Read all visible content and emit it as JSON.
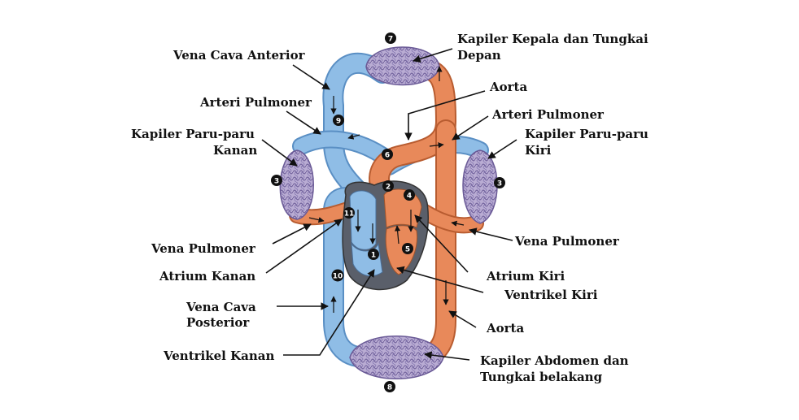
{
  "colors": {
    "vein_blue": "#8fbde6",
    "vein_edge": "#5a8fc4",
    "artery_orange": "#e8895a",
    "artery_edge": "#b85c30",
    "capillary_purple": "#a79ac6",
    "heart_dark": "#555a66",
    "label_text": "#111111",
    "badge": "#111111"
  },
  "labels": {
    "vena_cava_anterior": "Vena Cava Anterior",
    "kapiler_kepala_1": "Kapiler Kepala dan Tungkai",
    "kapiler_kepala_2": "Depan",
    "aorta_top": "Aorta",
    "arteri_pulmoner_left": "Arteri Pulmoner",
    "arteri_pulmoner_right": "Arteri Pulmoner",
    "kapiler_paru_kanan_1": "Kapiler Paru-paru",
    "kapiler_paru_kanan_2": "Kanan",
    "kapiler_paru_kiri_1": "Kapiler Paru-paru",
    "kapiler_paru_kiri_2": "Kiri",
    "vena_pulmoner_left": "Vena Pulmoner",
    "vena_pulmoner_right": "Vena Pulmoner",
    "atrium_kanan": "Atrium Kanan",
    "atrium_kiri": "Atrium Kiri",
    "ventrikel_kiri": "Ventrikel Kiri",
    "vena_cava_posterior_1": "Vena Cava",
    "vena_cava_posterior_2": "Posterior",
    "aorta_bottom": "Aorta",
    "ventrikel_kanan": "Ventrikel Kanan",
    "kapiler_abdomen_1": "Kapiler Abdomen dan",
    "kapiler_abdomen_2": "Tungkai belakang"
  },
  "markers": {
    "m1": "1",
    "m2": "2",
    "m3_left": "3",
    "m3_right": "3",
    "m4": "4",
    "m5": "5",
    "m6": "6",
    "m7": "7",
    "m8": "8",
    "m9": "9",
    "m10": "10",
    "m11": "11"
  }
}
